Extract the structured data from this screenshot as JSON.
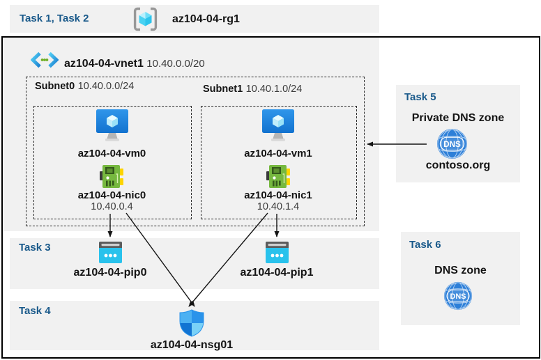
{
  "top_band": {
    "label": "Task 1, Task 2",
    "resource_group": "az104-04-rg1"
  },
  "vnet": {
    "name": "az104-04-vnet1",
    "cidr": "10.40.0.0/20",
    "subnets": [
      {
        "name": "Subnet0",
        "cidr": "10.40.0.0/24",
        "vm": "az104-04-vm0",
        "nic": "az104-04-nic0",
        "ip": "10.40.0.4"
      },
      {
        "name": "Subnet1",
        "cidr": "10.40.1.0/24",
        "vm": "az104-04-vm1",
        "nic": "az104-04-nic1",
        "ip": "10.40.1.4"
      }
    ]
  },
  "tasks": {
    "task3": {
      "label": "Task 3",
      "pip0": "az104-04-pip0",
      "pip1": "az104-04-pip1"
    },
    "task4": {
      "label": "Task 4",
      "nsg": "az104-04-nsg01"
    },
    "task5": {
      "label": "Task 5",
      "title": "Private DNS zone",
      "zone": "contoso.org",
      "icon_text": "DNS"
    },
    "task6": {
      "label": "Task 6",
      "title": "DNS zone",
      "icon_text": "DNS"
    }
  },
  "colors": {
    "task_label": "#19598a",
    "panel_bg": "#f1f1f1",
    "border": "#000000",
    "vm_blue": "#1f81d7",
    "nic_green": "#76b83f",
    "pip_cyan": "#29c2ec",
    "dns_blue": "#2d7fd8",
    "nsg_blue": "#2a93ea",
    "vnet_dot_green": "#6fae24"
  }
}
